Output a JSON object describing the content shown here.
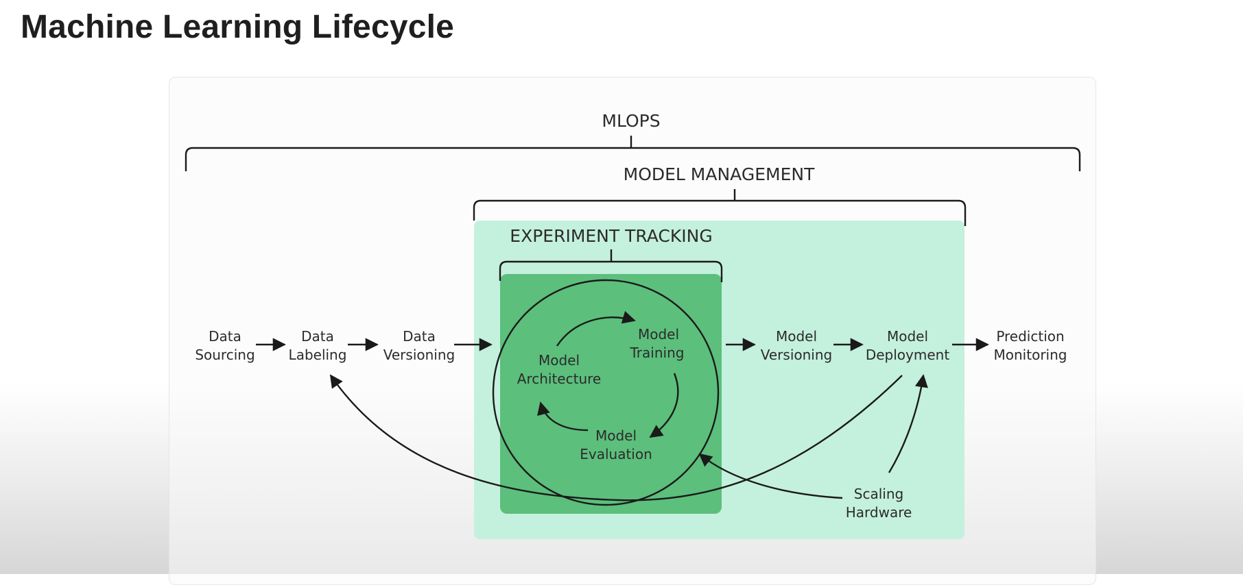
{
  "title": "Machine Learning Lifecycle",
  "diagram": {
    "groups": {
      "mlops": "MLOPS",
      "model_management": "MODEL MANAGEMENT",
      "experiment_tracking": "EXPERIMENT TRACKING"
    },
    "nodes": {
      "data_sourcing": [
        "Data",
        "Sourcing"
      ],
      "data_labeling": [
        "Data",
        "Labeling"
      ],
      "data_versioning": [
        "Data",
        "Versioning"
      ],
      "model_training": [
        "Model",
        "Training"
      ],
      "model_architecture": [
        "Model",
        "Architecture"
      ],
      "model_evaluation": [
        "Model",
        "Evaluation"
      ],
      "model_versioning": [
        "Model",
        "Versioning"
      ],
      "model_deployment": [
        "Model",
        "Deployment"
      ],
      "prediction_monitoring": [
        "Prediction",
        "Monitoring"
      ],
      "scaling_hardware": [
        "Scaling",
        "Hardware"
      ]
    },
    "colors": {
      "model_management_fill": "#c4f0de",
      "experiment_tracking_fill": "#5cbf7c",
      "line": "#1a1a1a"
    }
  }
}
